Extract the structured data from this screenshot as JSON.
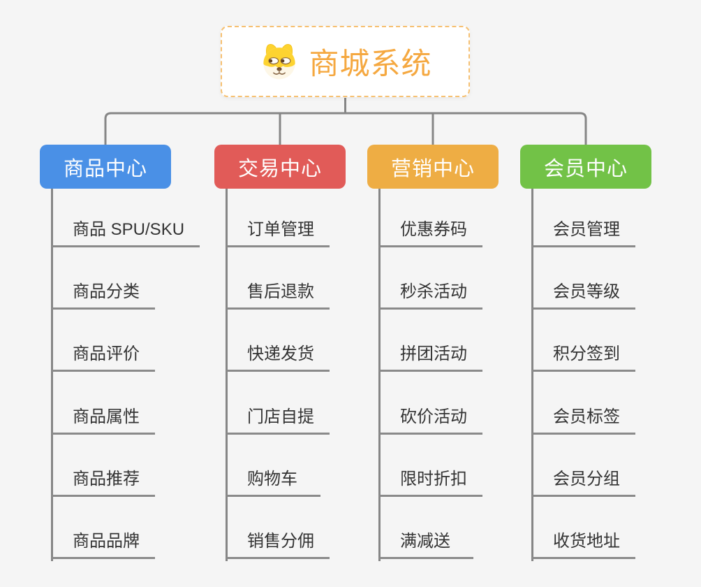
{
  "canvas": {
    "background_color": "#f5f5f5",
    "connector_color": "#868686"
  },
  "root": {
    "title": "商城系统",
    "icon": "dog-face-icon",
    "text_color": "#f5a840",
    "border_color": "#f6c071"
  },
  "branches": [
    {
      "id": "product-center",
      "label": "商品中心",
      "color": "#4a90e6",
      "items": [
        "商品 SPU/SKU",
        "商品分类",
        "商品评价",
        "商品属性",
        "商品推荐",
        "商品品牌"
      ]
    },
    {
      "id": "trade-center",
      "label": "交易中心",
      "color": "#e15b58",
      "items": [
        "订单管理",
        "售后退款",
        "快递发货",
        "门店自提",
        "购物车",
        "销售分佣"
      ]
    },
    {
      "id": "marketing-center",
      "label": "营销中心",
      "color": "#eead44",
      "items": [
        "优惠券码",
        "秒杀活动",
        "拼团活动",
        "砍价活动",
        "限时折扣",
        "满减送"
      ]
    },
    {
      "id": "member-center",
      "label": "会员中心",
      "color": "#72c247",
      "items": [
        "会员管理",
        "会员等级",
        "积分签到",
        "会员标签",
        "会员分组",
        "收货地址"
      ]
    }
  ]
}
